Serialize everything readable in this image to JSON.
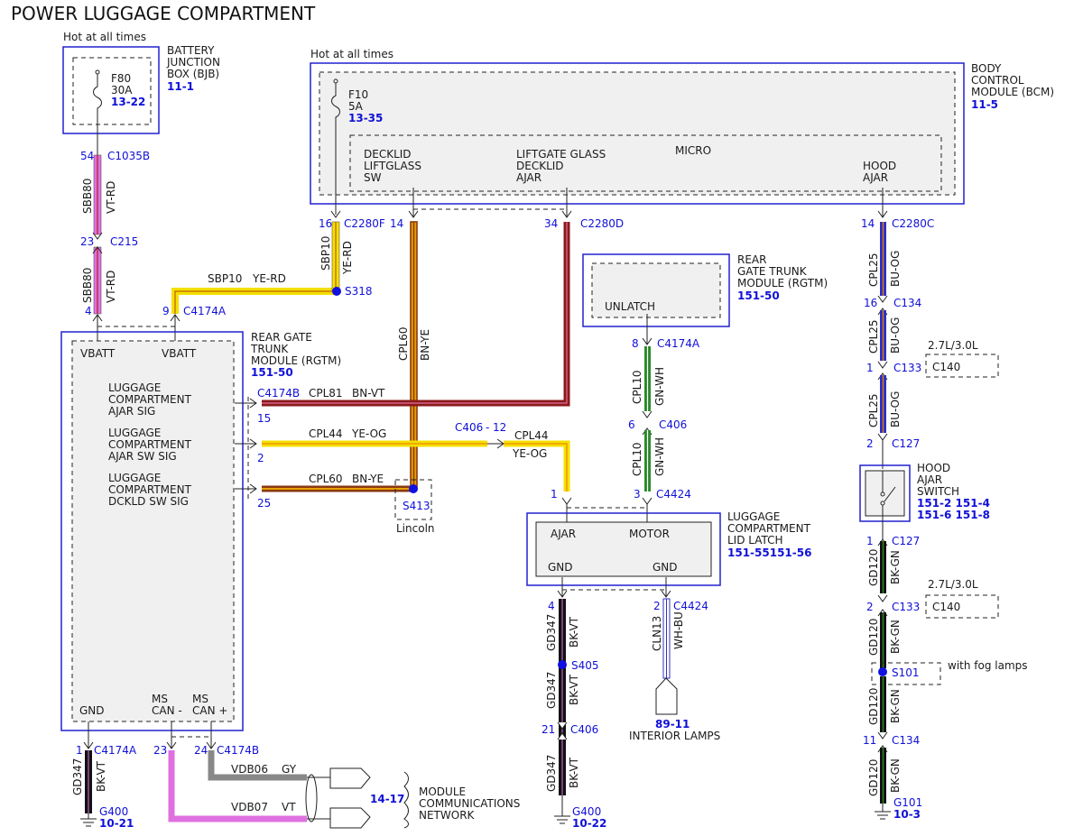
{
  "title": "POWER LUGGAGE COMPARTMENT",
  "hot_labels": [
    "Hot at all times",
    "Hot at all times"
  ],
  "modules": {
    "bjb": {
      "name": [
        "BATTERY",
        "JUNCTION",
        "BOX (BJB)"
      ],
      "ref": "11-1",
      "fuse": "F80",
      "amps": "30A",
      "fuse_ref": "13-22"
    },
    "bcm": {
      "name": [
        "BODY",
        "CONTROL",
        "MODULE (BCM)"
      ],
      "ref": "11-5",
      "fuse": "F10",
      "amps": "5A",
      "fuse_ref": "13-35",
      "micro": "MICRO",
      "inputs": [
        [
          "DECKLID",
          "LIFTGLASS",
          "SW"
        ],
        [
          "LIFTGATE GLASS",
          "DECKLID",
          "AJAR"
        ],
        [
          "HOOD",
          "AJAR"
        ]
      ]
    },
    "rgtm_left": {
      "name": [
        "REAR GATE",
        "TRUNK",
        "MODULE (RGTM)"
      ],
      "ref": "151-50",
      "pins": [
        "VBATT",
        "VBATT",
        "GND",
        "MS",
        "CAN -",
        "MS",
        "CAN +"
      ],
      "signals": [
        [
          "LUGGAGE",
          "COMPARTMENT",
          "AJAR SIG"
        ],
        [
          "LUGGAGE",
          "COMPARTMENT",
          "AJAR SW SIG"
        ],
        [
          "LUGGAGE",
          "COMPARTMENT",
          "DCKLD SW SIG"
        ]
      ]
    },
    "rgtm_right": {
      "name": [
        "REAR",
        "GATE TRUNK",
        "MODULE (RGTM)"
      ],
      "ref": "151-50",
      "pin": "UNLATCH"
    },
    "latch": {
      "name": [
        "LUGGAGE",
        "COMPARTMENT",
        "LID LATCH"
      ],
      "ref": "151-55151-56",
      "pins": [
        "AJAR",
        "MOTOR",
        "GND",
        "GND"
      ]
    },
    "hood_switch": {
      "name": [
        "HOOD",
        "AJAR",
        "SWITCH"
      ],
      "refs": [
        "151-2 151-4",
        "151-6 151-8"
      ]
    }
  },
  "connectors": {
    "c1035b": {
      "pin": "54",
      "name": "C1035B"
    },
    "c215": {
      "pin": "23",
      "name": "C215"
    },
    "c4174a_4": {
      "pin": "4"
    },
    "c4174a_9": {
      "pin": "9",
      "name": "C4174A"
    },
    "c2280f": {
      "pin": "16",
      "name": "C2280F"
    },
    "c2280_14": {
      "pin": "14"
    },
    "c2280d": {
      "pin": "34",
      "name": "C2280D"
    },
    "c2280c": {
      "pin": "14",
      "name": "C2280C"
    },
    "c4174b": {
      "name": "C4174B",
      "pin15": "15",
      "pin2": "2",
      "pin25": "25"
    },
    "c406_12": {
      "name": "C406",
      "pin": "12"
    },
    "c4174a_8": {
      "pin": "8",
      "name": "C4174A"
    },
    "c406_6": {
      "pin": "6",
      "name": "C406"
    },
    "c4424_1": {
      "pin": "1"
    },
    "c4424_3": {
      "pin": "3",
      "name": "C4424"
    },
    "c4424_4": {
      "pin": "4"
    },
    "c4424_2": {
      "pin": "2",
      "name": "C4424"
    },
    "c406_21": {
      "pin": "21",
      "name": "C406"
    },
    "c4174a_1": {
      "pin": "1",
      "name": "C4174A"
    },
    "c4174b_23": {
      "pin": "23"
    },
    "c4174b_24": {
      "pin": "24",
      "name": "C4174B"
    },
    "c134_16": {
      "pin": "16",
      "name": "C134"
    },
    "c133_1": {
      "pin": "1",
      "name": "C133",
      "note": "2.7L/3.0L",
      "alt": "C140"
    },
    "c127_2": {
      "pin": "2",
      "name": "C127"
    },
    "c127_1": {
      "pin": "1",
      "name": "C127"
    },
    "c133_2": {
      "pin": "2",
      "name": "C133",
      "note": "2.7L/3.0L",
      "alt": "C140"
    },
    "c134_11": {
      "pin": "11",
      "name": "C134"
    }
  },
  "splices": {
    "s318": "S318",
    "s413": "S413",
    "s413_note": "Lincoln",
    "s405": "S405",
    "s101": "S101",
    "s101_note": "with fog lamps"
  },
  "wires": {
    "sbb80_a": {
      "circuit": "SBB80",
      "color": "VT-RD"
    },
    "sbb80_b": {
      "circuit": "SBB80",
      "color": "VT-RD"
    },
    "sbp10_v": {
      "circuit": "SBP10",
      "color": "YE-RD"
    },
    "sbp10_h": {
      "circuit": "SBP10",
      "color": "YE-RD"
    },
    "cpl60_v": {
      "circuit": "CPL60",
      "color": "BN-YE"
    },
    "cpl81": {
      "circuit": "CPL81",
      "color": "BN-VT"
    },
    "cpl44_a": {
      "circuit": "CPL44",
      "color": "YE-OG"
    },
    "cpl44_b": {
      "circuit": "CPL44",
      "color": "YE-OG"
    },
    "cpl60_h": {
      "circuit": "CPL60",
      "color": "BN-YE"
    },
    "cpl10_a": {
      "circuit": "CPL10",
      "color": "GN-WH"
    },
    "cpl10_b": {
      "circuit": "CPL10",
      "color": "GN-WH"
    },
    "gd347_a": {
      "circuit": "GD347",
      "color": "BK-VT"
    },
    "gd347_b": {
      "circuit": "GD347",
      "color": "BK-VT"
    },
    "gd347_c": {
      "circuit": "GD347",
      "color": "BK-VT"
    },
    "gd347_d": {
      "circuit": "GD347",
      "color": "BK-VT"
    },
    "cln13": {
      "circuit": "CLN13",
      "color": "WH-BU"
    },
    "vdb06": {
      "circuit": "VDB06",
      "color": "GY"
    },
    "vdb07": {
      "circuit": "VDB07",
      "color": "VT"
    },
    "cpl25_a": {
      "circuit": "CPL25",
      "color": "BU-OG"
    },
    "cpl25_b": {
      "circuit": "CPL25",
      "color": "BU-OG"
    },
    "cpl25_c": {
      "circuit": "CPL25",
      "color": "BU-OG"
    },
    "gd120_a": {
      "circuit": "GD120",
      "color": "BK-GN"
    },
    "gd120_b": {
      "circuit": "GD120",
      "color": "BK-GN"
    },
    "gd120_c": {
      "circuit": "GD120",
      "color": "BK-GN"
    },
    "gd120_d": {
      "circuit": "GD120",
      "color": "BK-GN"
    }
  },
  "grounds": {
    "g400_a": {
      "name": "G400",
      "ref": "10-21"
    },
    "g400_b": {
      "name": "G400",
      "ref": "10-22"
    },
    "g101": {
      "name": "G101",
      "ref": "10-3"
    }
  },
  "references": {
    "interior": {
      "ref": "89-11",
      "label": "INTERIOR LAMPS"
    },
    "network": {
      "ref": "14-17",
      "label": [
        "MODULE",
        "COMMUNICATIONS",
        "NETWORK"
      ]
    }
  },
  "colors": {
    "module_border": "#2020d0",
    "ref_text": "#1010d8",
    "violet": "#e070e0",
    "yellow": "#f4e000",
    "brown": "#8a3a10",
    "dark_red": "#8b1a1a",
    "green": "#2a8a2a",
    "blue_wire": "#3030c0",
    "orange": "#f08a00",
    "black": "#111111",
    "gray": "#888888",
    "splice": "#1010e0"
  }
}
